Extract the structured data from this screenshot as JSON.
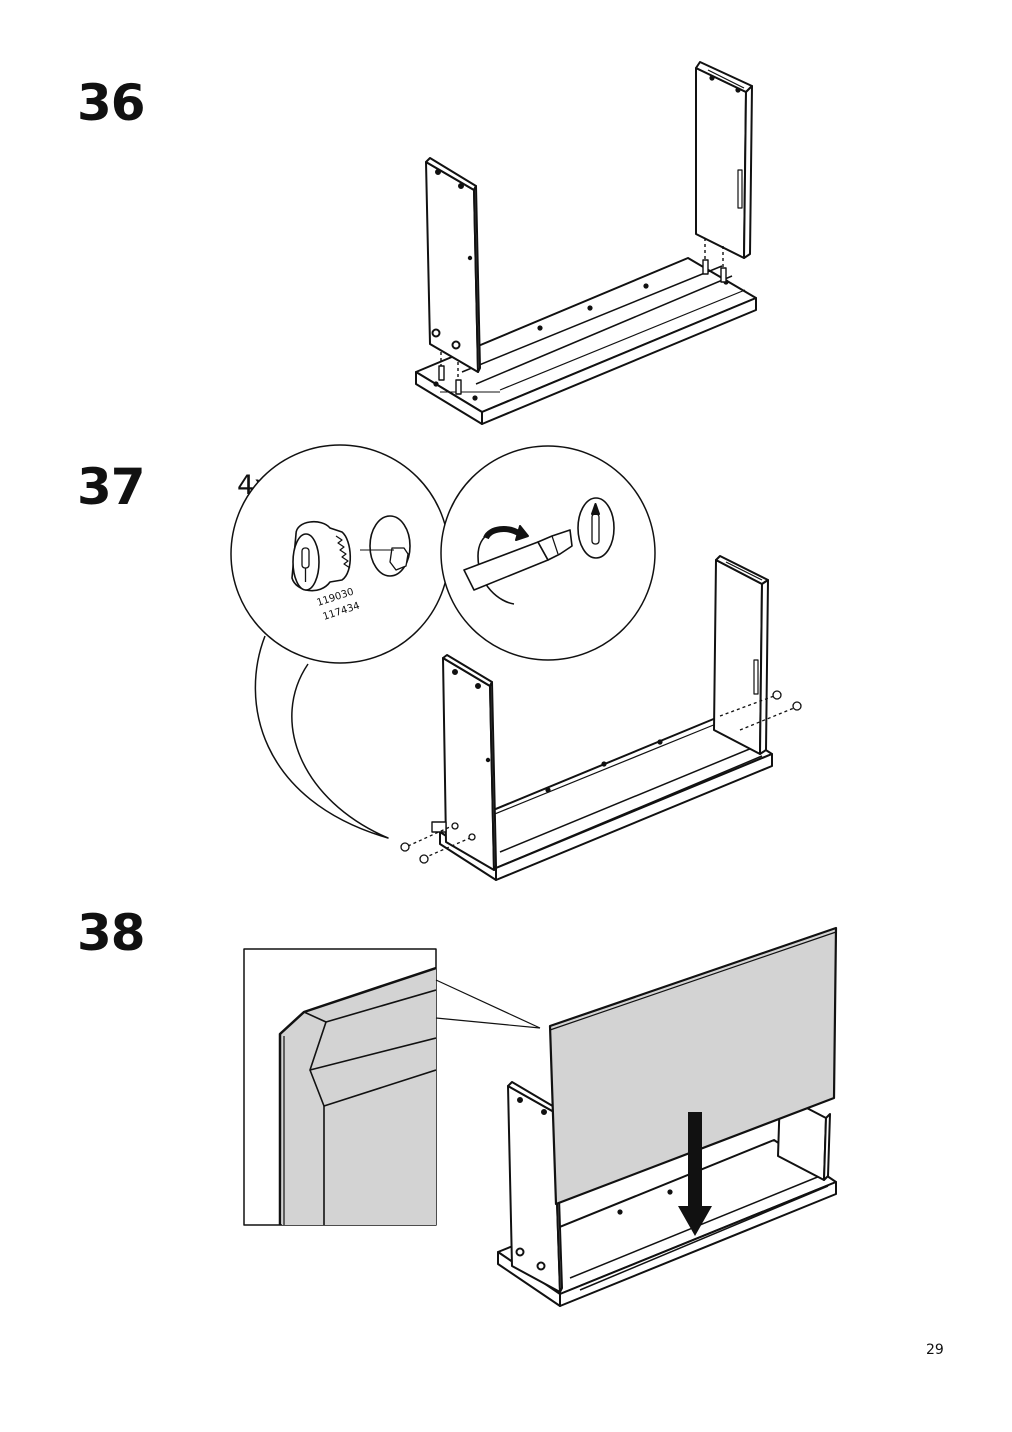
{
  "steps": [
    {
      "number": "36"
    },
    {
      "number": "37",
      "quantity": "4x",
      "part_codes": [
        "119030",
        "117434"
      ]
    },
    {
      "number": "38"
    }
  ],
  "page_number": "29"
}
